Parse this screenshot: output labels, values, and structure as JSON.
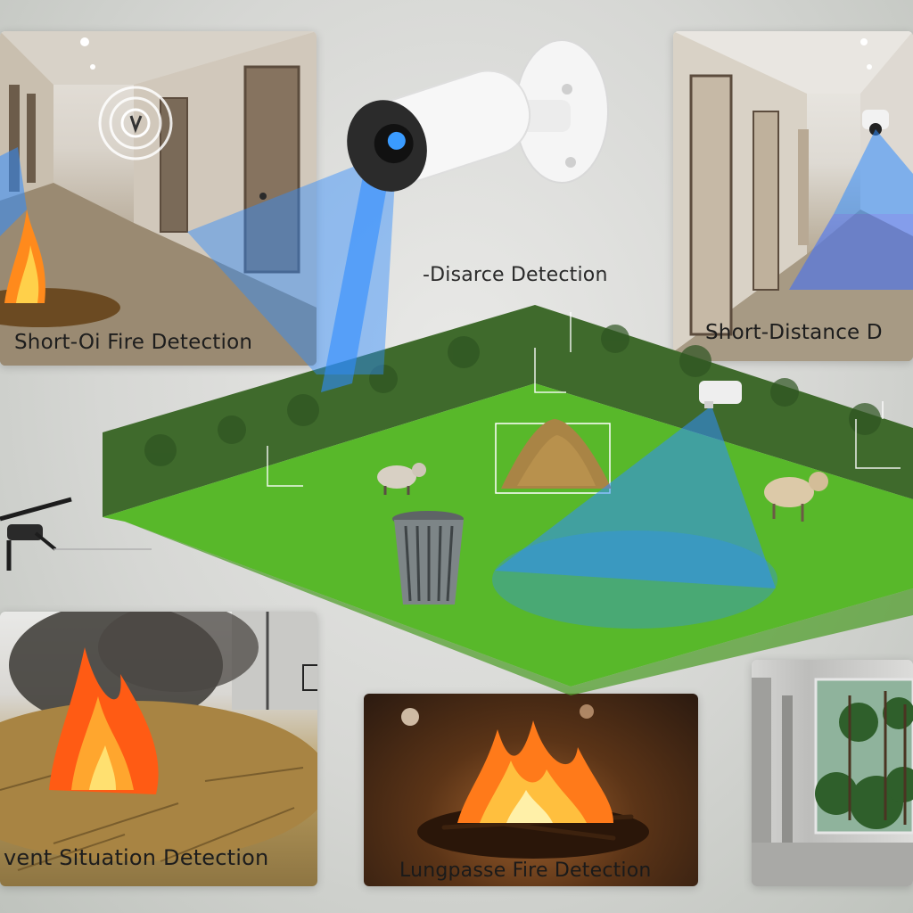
{
  "labels": {
    "top_left": "Short-Oi Fire Detection",
    "top_center": "-Disarce Detection",
    "top_right": "Short-Distance D",
    "bottom_left": "vent Situation Detection",
    "bottom_center": "Lungpasse Fire Detection"
  },
  "colors": {
    "beam": "#2f8cff",
    "grass": "#58b82a",
    "hedge": "#3f6a2c",
    "fire": "#ff7a1a"
  },
  "icons": [
    "security-camera-icon",
    "drone-icon",
    "trash-bin-icon",
    "sensor-icon",
    "fire-icon"
  ]
}
